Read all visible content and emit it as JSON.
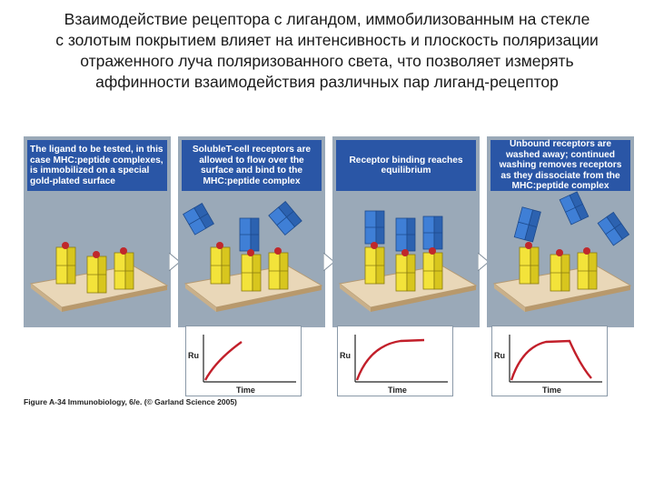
{
  "title_lines": [
    "Взаимодействие рецептора с лигандом, иммобилизованным на стекле",
    "с золотым покрытием влияет на интенсивность и плоскость поляризации",
    "отраженного луча поляризованного света, что позволяет измерять",
    "аффинности взаимодействия различных пар лиганд-рецептор"
  ],
  "panels": [
    {
      "caption": "The ligand to be tested, in this case MHC:peptide complexes, is immobilized on a special gold-plated surface"
    },
    {
      "caption": "SolubleT-cell receptors are allowed to flow over the surface and bind to the MHC:peptide complex"
    },
    {
      "caption": "Receptor binding reaches equilibrium"
    },
    {
      "caption": "Unbound receptors are washed away; continued washing removes receptors as they dissociate from the MHC:peptide complex"
    }
  ],
  "graphs": {
    "y_label": "Ru",
    "x_label": "Time",
    "items": [
      {
        "curve": "rising"
      },
      {
        "curve": "saturating"
      },
      {
        "curve": "association-dissociation"
      }
    ]
  },
  "credit": "Figure A-34 Immunobiology, 6/e. (© Garland Science 2005)",
  "colors": {
    "panel_bg": "#9aa9b8",
    "caption_bg": "#2a56a6",
    "ligand_yellow": "#f3e33a",
    "peptide_red": "#c0282b",
    "receptor_blue": "#3f7fd6",
    "curve_red": "#c21f2a",
    "surface": "#e9d7b8"
  }
}
